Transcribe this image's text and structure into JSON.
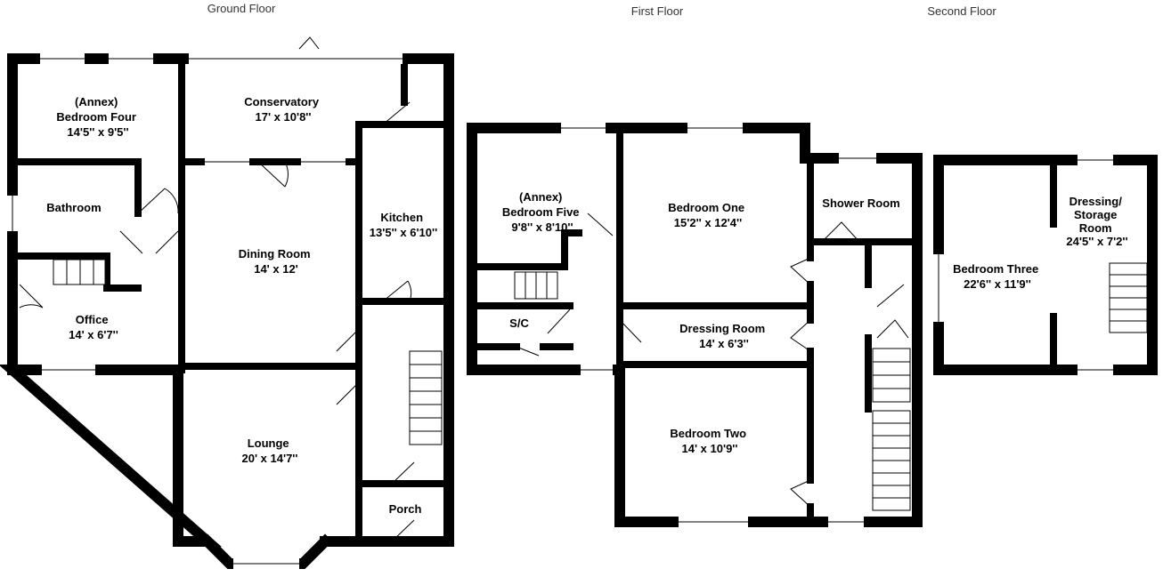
{
  "floors": {
    "ground": {
      "label": "Ground Floor",
      "rooms": {
        "bedroom_four": [
          "(Annex)",
          "Bedroom Four",
          "14'5'' x 9'5''"
        ],
        "conservatory": [
          "Conservatory",
          "17' x 10'8''"
        ],
        "bathroom": [
          "Bathroom"
        ],
        "kitchen": [
          "Kitchen",
          "13'5'' x 6'10''"
        ],
        "dining_room": [
          "Dining Room",
          "14' x 12'"
        ],
        "office": [
          "Office",
          "14' x 6'7''"
        ],
        "lounge": [
          "Lounge",
          "20' x 14'7''"
        ],
        "porch": [
          "Porch"
        ]
      }
    },
    "first": {
      "label": "First Floor",
      "rooms": {
        "bedroom_five": [
          "(Annex)",
          "Bedroom Five",
          "9'8'' x 8'10''"
        ],
        "bedroom_one": [
          "Bedroom One",
          "15'2'' x 12'4''"
        ],
        "shower_room": [
          "Shower Room"
        ],
        "sc": [
          "S/C"
        ],
        "dressing_room": [
          "Dressing Room",
          "14' x 6'3''"
        ],
        "bedroom_two": [
          "Bedroom Two",
          "14' x 10'9''"
        ]
      }
    },
    "second": {
      "label": "Second Floor",
      "rooms": {
        "bedroom_three": [
          "Bedroom Three",
          "22'6'' x 11'9''"
        ],
        "dressing_storage": [
          "Dressing/",
          "Storage",
          "Room",
          "24'5'' x 7'2''"
        ]
      }
    }
  }
}
